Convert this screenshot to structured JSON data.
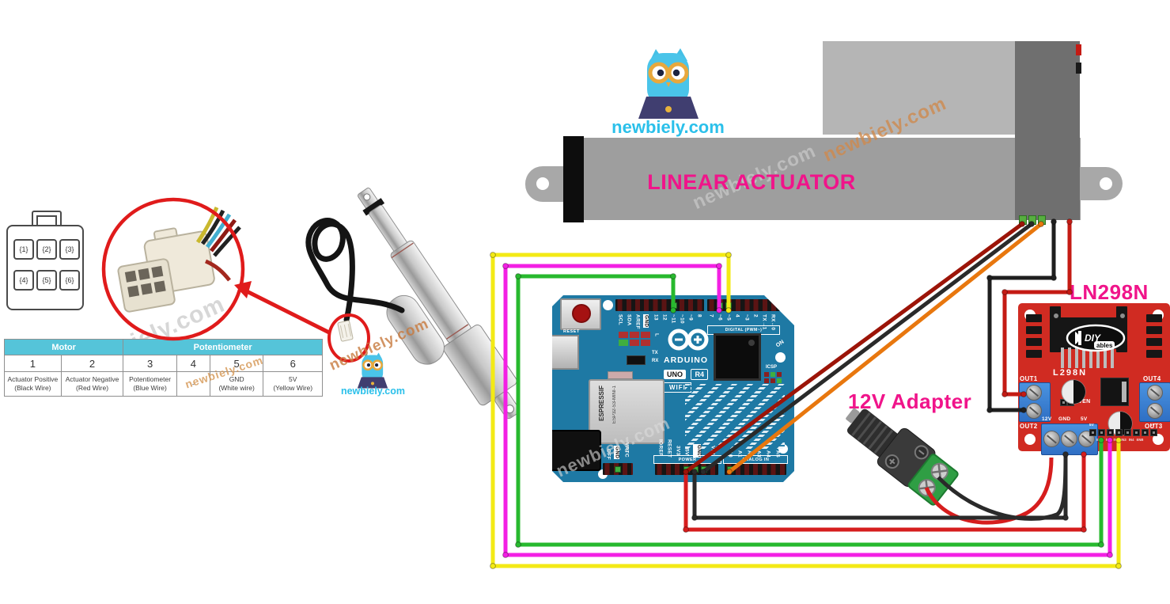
{
  "brand": {
    "site": "newbiely.com",
    "watermark": "newbiely.com"
  },
  "headings": {
    "actuator": "LINEAR ACTUATOR",
    "driver": "LN298N",
    "adapter": "12V Adapter"
  },
  "colors": {
    "magenta_label": "#f0148a",
    "cyan_brand": "#2bc0ea",
    "table_header": "#55c4d9",
    "arduino_board": "#1e79a4",
    "l298n_board": "#d02b22",
    "wire_yellow": "#f3ea15",
    "wire_magenta": "#f320e4",
    "wire_green": "#27b92e",
    "wire_orange": "#e8770e",
    "wire_red": "#d61d1d",
    "wire_darkred": "#9c1408",
    "wire_black": "#2a2a2a",
    "wire_motor_red": "#c41b14",
    "wire_motor_black": "#1f1f1f"
  },
  "connector_pinout": {
    "pins": [
      "{1}",
      "{2}",
      "{3}",
      "{4}",
      "{5}",
      "{6}"
    ]
  },
  "table": {
    "groups": [
      {
        "label": "Motor"
      },
      {
        "label": "Potentiometer"
      }
    ],
    "columns": [
      {
        "num": "1",
        "line1": "Actuator Positive",
        "line2": "(Black Wire)"
      },
      {
        "num": "2",
        "line1": "Actuator Negative",
        "line2": "(Red Wire)"
      },
      {
        "num": "3",
        "line1": "Potentiometer",
        "line2": "(Blue Wire)"
      },
      {
        "num": "4",
        "line1": "-",
        "line2": ""
      },
      {
        "num": "5",
        "line1": "GND",
        "line2": "(White wire)"
      },
      {
        "num": "6",
        "line1": "5V",
        "line2": "(Yellow Wire)"
      }
    ]
  },
  "arduino": {
    "digital_labels_a": [
      "SCL",
      "SDA",
      "AREF",
      "GND",
      "13",
      "12",
      "~11",
      "~10",
      "~9",
      "8"
    ],
    "digital_labels_b": [
      "7",
      "~6",
      "~5",
      "4",
      "~3",
      "2",
      "TX→1",
      "RX←0"
    ],
    "digital_section": "DIGITAL (PWM~)",
    "power_section": "POWER",
    "analog_section": "ANALOG IN",
    "aux_labels": [
      "OFF",
      "GND",
      "VRTC"
    ],
    "power_labels": [
      "IOREF",
      "RESET",
      "3V3",
      "5V",
      "GND",
      "VIN"
    ],
    "analog_labels": [
      "A0",
      "A1",
      "A2",
      "A3",
      "A4",
      "A5"
    ],
    "brand": "ARDUINO",
    "model": "UNO",
    "rev": "R4",
    "wifi": "WIFI",
    "reset": "RESET",
    "tx": "TX",
    "rx": "RX",
    "led": "L",
    "on": "ON",
    "icsp": "ICSP",
    "module_brand": "ESPRESSIF",
    "module_name": "ESP32-S3-MINI-1"
  },
  "l298n": {
    "title": "LN298N",
    "chip": "L298N",
    "outs": [
      "OUT1",
      "OUT2",
      "OUT3",
      "OUT4"
    ],
    "power_terminals": [
      "12V",
      "GND",
      "5V"
    ],
    "jumper": "5VEN",
    "header_pins": "ENA IN1 IN2 IN3 IN4 ENB",
    "pin_5v_left": "5V",
    "pin_5v_right": "5V",
    "logo_top": "DIY",
    "logo_bottom": "ables"
  }
}
